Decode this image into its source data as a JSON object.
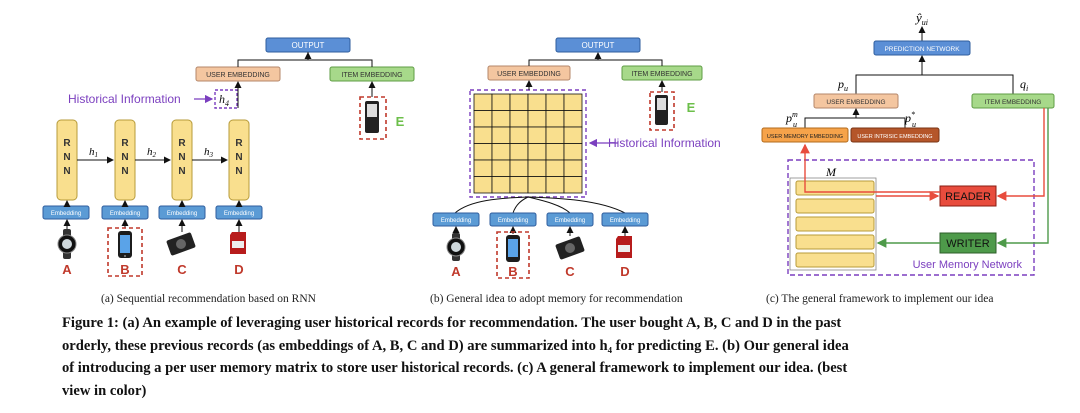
{
  "panel_a": {
    "output": "OUTPUT",
    "user_embedding": "USER EMBEDDING",
    "item_embedding": "ITEM EMBEDDING",
    "historical_info": "Historical Information",
    "h4": "h",
    "h4_sub": "4",
    "rnn": [
      "R",
      "N",
      "N"
    ],
    "h_labels": [
      {
        "base": "h",
        "sub": "1"
      },
      {
        "base": "h",
        "sub": "2"
      },
      {
        "base": "h",
        "sub": "3"
      }
    ],
    "embedding": "Embedding",
    "items": [
      "A",
      "B",
      "C",
      "D"
    ],
    "target_item": "E",
    "caption": "(a) Sequential recommendation based on RNN"
  },
  "panel_b": {
    "output": "OUTPUT",
    "user_embedding": "USER EMBEDDING",
    "item_embedding": "ITEM EMBEDDING",
    "historical_info": "Historical Information",
    "embedding": "Embedding",
    "items": [
      "A",
      "B",
      "C",
      "D"
    ],
    "target_item": "E",
    "caption": "(b) General idea to adopt memory for recommendation"
  },
  "panel_c": {
    "y_hat": "ŷ",
    "y_sub": "ui",
    "prediction_network": "PREDICTION NETWORK",
    "p_u": "p",
    "p_u_sub": "u",
    "q_i": "q",
    "q_i_sub": "i",
    "user_embedding": "USER EMBEDDING",
    "item_embedding": "ITEM EMBEDDING",
    "p_u_m": "p",
    "p_u_m_sup": "m",
    "p_u_m_sub": "u",
    "p_u_star": "p",
    "p_u_star_sup": "*",
    "p_u_star_sub": "u",
    "user_memory_embedding": "USER MEMORY EMBEDDING",
    "user_intrinsic_embedding": "USER INTRISIC EMBEDDING",
    "memory_label": "M",
    "reader": "READER",
    "writer": "WRITER",
    "network_label": "User Memory Network",
    "caption": "(c) The general framework to implement our idea"
  },
  "caption": {
    "lines": [
      "Figure 1: (a) An example of leveraging user historical records for recommendation. The user bought A, B, C and D in the past",
      "orderly, these previous records (as embeddings of A, B, C and D) are summarized into h₄ for predicting E. (b) Our general idea",
      "of introducing a per user memory matrix to store user historical records. (c) A general framework to implement our idea. (best",
      "view in color)"
    ]
  },
  "colors": {
    "output_blue": "#5b8fd6",
    "user_emb_orange": "#f4c6a0",
    "item_emb_green": "#a7d98a",
    "rnn_yellow": "#f9df8e",
    "embedding_blue": "#5b9bd5",
    "item_red": "#c0392b",
    "purple": "#7b3fbf",
    "reader_red": "#e84c3d",
    "writer_green": "#4e9a4a",
    "intrinsic_brown": "#b5562a"
  }
}
